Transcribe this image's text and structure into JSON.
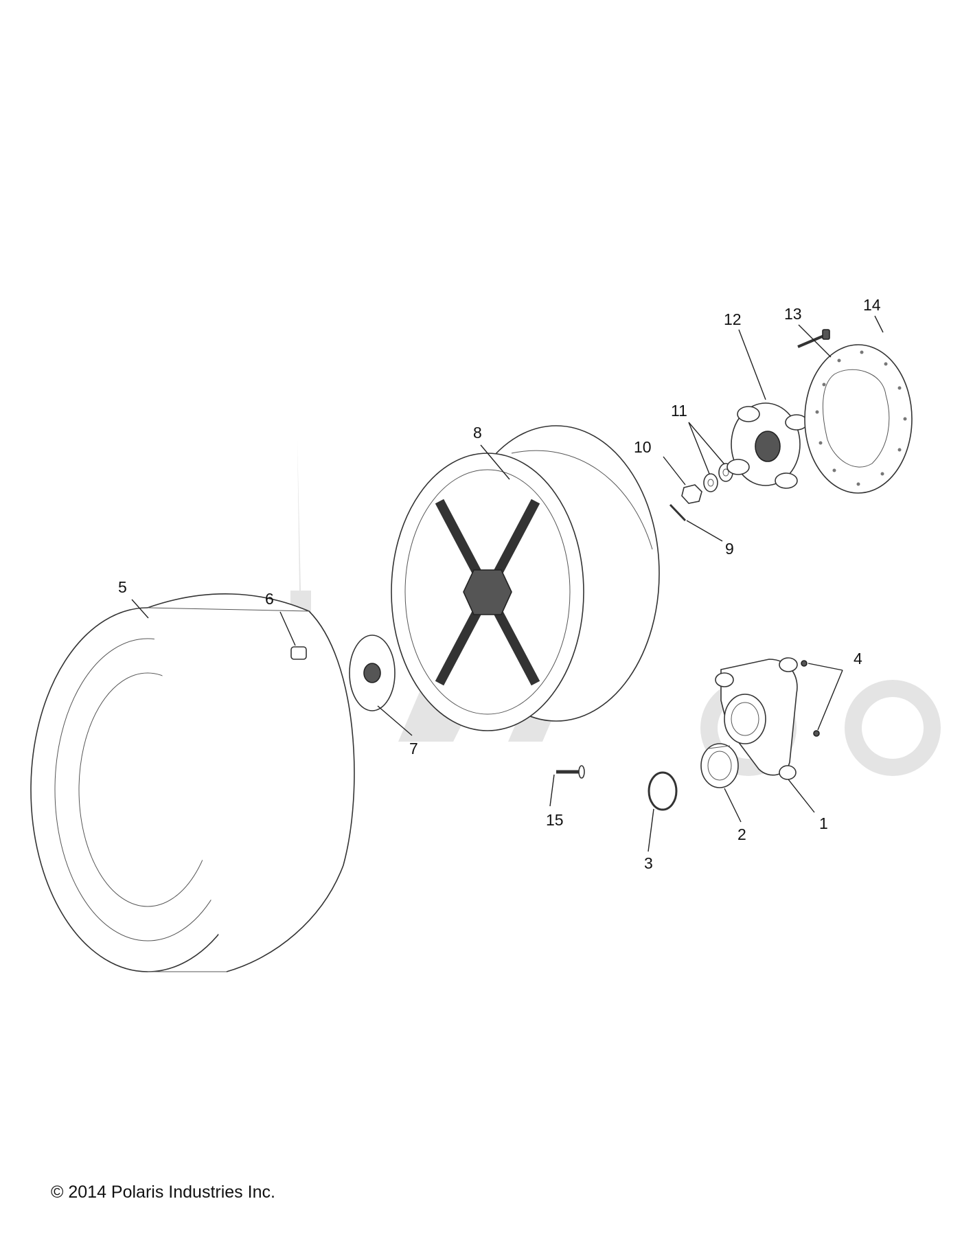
{
  "callouts": [
    "1",
    "2",
    "3",
    "4",
    "5",
    "6",
    "7",
    "8",
    "9",
    "10",
    "11",
    "12",
    "13",
    "14",
    "15"
  ],
  "footer": {
    "copyright": "© 2014 Polaris Industries Inc."
  },
  "colors": {
    "line": "#333333",
    "watermark": "#e4e4e4",
    "background": "#ffffff"
  }
}
